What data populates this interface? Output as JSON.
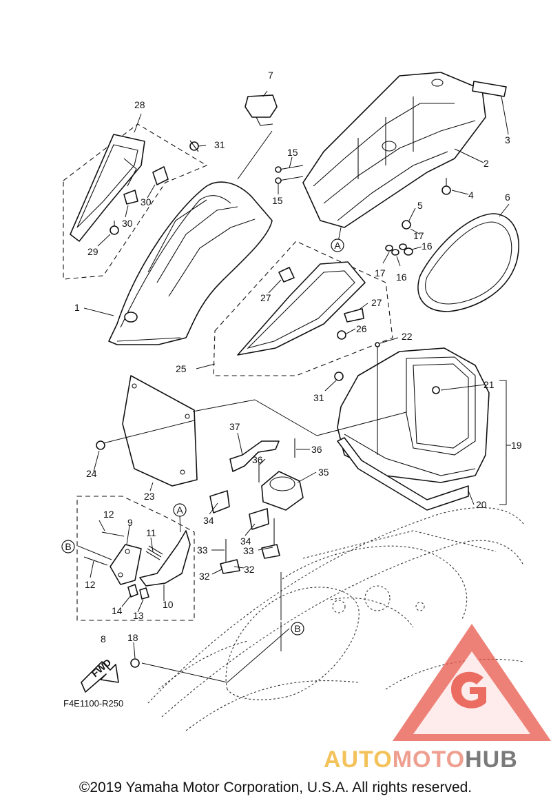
{
  "diagram_code": "F4E1100-R250",
  "fwd_label": "FWD",
  "copyright": "©2019 Yamaha Motor Corporation, U.S.A. All rights reserved.",
  "watermark": {
    "part1": "AUTO",
    "part2": "MOTO",
    "part3": "HUB"
  },
  "callouts": {
    "c1": "1",
    "c2": "2",
    "c3": "3",
    "c4": "4",
    "c5": "5",
    "c6": "6",
    "c7": "7",
    "c8": "8",
    "c9": "9",
    "c10": "10",
    "c11": "11",
    "c12a": "12",
    "c12b": "12",
    "c13": "13",
    "c14": "14",
    "c15a": "15",
    "c15b": "15",
    "c16a": "16",
    "c16b": "16",
    "c17a": "17",
    "c17b": "17",
    "c18": "18",
    "c19": "19",
    "c20": "20",
    "c21": "21",
    "c22": "22",
    "c23": "23",
    "c24": "24",
    "c25": "25",
    "c26": "26",
    "c27a": "27",
    "c27b": "27",
    "c28": "28",
    "c29": "29",
    "c30a": "30",
    "c30b": "30",
    "c31a": "31",
    "c31b": "31",
    "c32a": "32",
    "c32b": "32",
    "c33a": "33",
    "c33b": "33",
    "c34a": "34",
    "c34b": "34",
    "c35": "35",
    "c36a": "36",
    "c36b": "36",
    "c37": "37"
  },
  "refs": {
    "a_top": "A",
    "a_inset": "A",
    "b_inset": "B",
    "b_hull": "B"
  },
  "colors": {
    "line": "#111111",
    "watermark_red": "#e8574a",
    "watermark_gold": "#f4c25a",
    "watermark_gray": "#7a7a7a"
  }
}
